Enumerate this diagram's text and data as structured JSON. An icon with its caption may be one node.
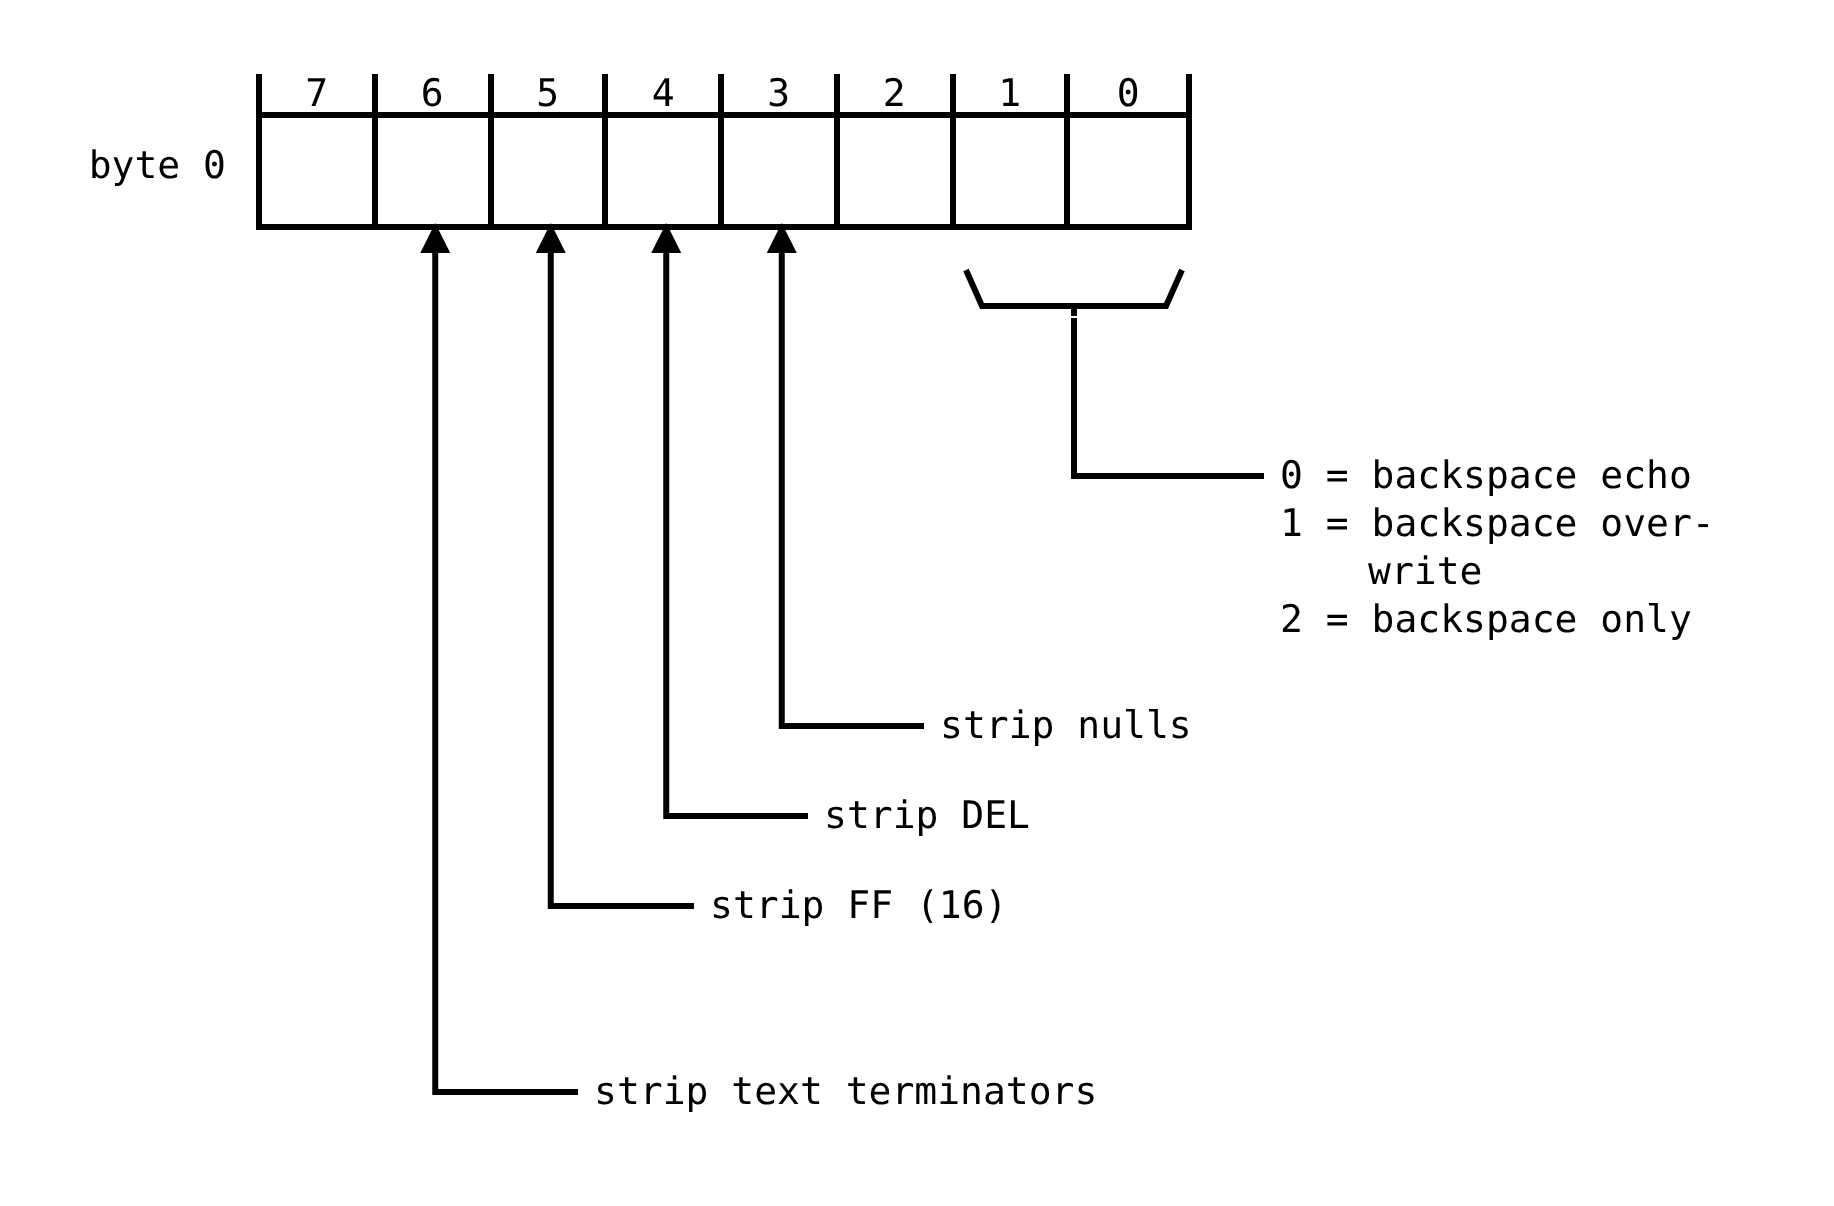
{
  "diagram": {
    "nodes": [
      {
        "text": [
          "byte 0"
        ]
      },
      {
        "text": [
          "7"
        ],
        "in": 0
      },
      {
        "text": [
          "6"
        ],
        "in": 0
      },
      {
        "text": [
          "5"
        ],
        "in": 0
      },
      {
        "text": [
          "4"
        ],
        "in": 0
      },
      {
        "text": [
          "3"
        ],
        "in": 0
      },
      {
        "text": [
          "2"
        ],
        "in": 0
      },
      {
        "text": [
          "1"
        ],
        "in": 0
      },
      {
        "text": [
          "0"
        ],
        "in": 0
      },
      {
        "text": [],
        "shape": "bracket"
      },
      {
        "text": [
          "0 = backspace echo",
          "1 = backspace over- write",
          "2 = backspace only"
        ]
      },
      {
        "text": [
          "strip nulls"
        ]
      },
      {
        "text": [
          "strip DEL"
        ]
      },
      {
        "text": [
          "strip FF (16)"
        ]
      },
      {
        "text": [
          "strip text terminators"
        ]
      }
    ],
    "edges": [
      {
        "from": 10,
        "to": 9,
        "arrow": "none"
      },
      {
        "from": 11,
        "to": 5,
        "arrow": "to"
      },
      {
        "from": 12,
        "to": 4,
        "arrow": "to"
      },
      {
        "from": 13,
        "to": 3,
        "arrow": "to"
      },
      {
        "from": 14,
        "to": 2,
        "arrow": "to"
      }
    ]
  }
}
